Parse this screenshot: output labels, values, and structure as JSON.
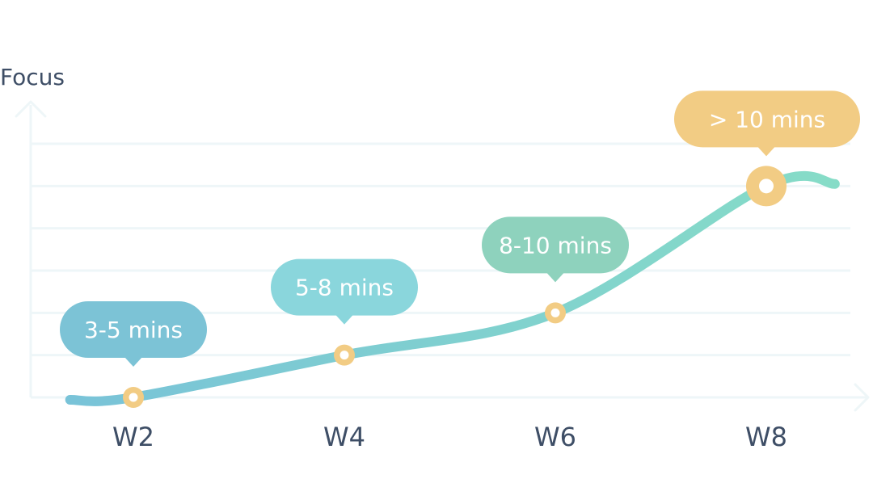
{
  "chart_data": {
    "type": "line",
    "ylabel": "Focus",
    "xlabel": "",
    "categories": [
      "W2",
      "W4",
      "W6",
      "W8"
    ],
    "x": [
      2,
      4,
      6,
      8
    ],
    "xlim": [
      1,
      9
    ],
    "series": [
      {
        "values": [
          0,
          1,
          2,
          5
        ],
        "labels": [
          "3-5 mins",
          "5-8 mins",
          "8-10 mins",
          "> 10 mins"
        ]
      }
    ],
    "ylim": [
      0,
      6
    ],
    "grid": true
  },
  "colors": {
    "badges": [
      "#7cc3d6",
      "#8ad6dc",
      "#8ed2bd",
      "#f2cc84"
    ],
    "line_start": "#79c3d8",
    "line_end": "#86dcc7",
    "marker": "#f2cc84",
    "grid": "#eef6f8",
    "axis_text": "#3e4e66"
  }
}
